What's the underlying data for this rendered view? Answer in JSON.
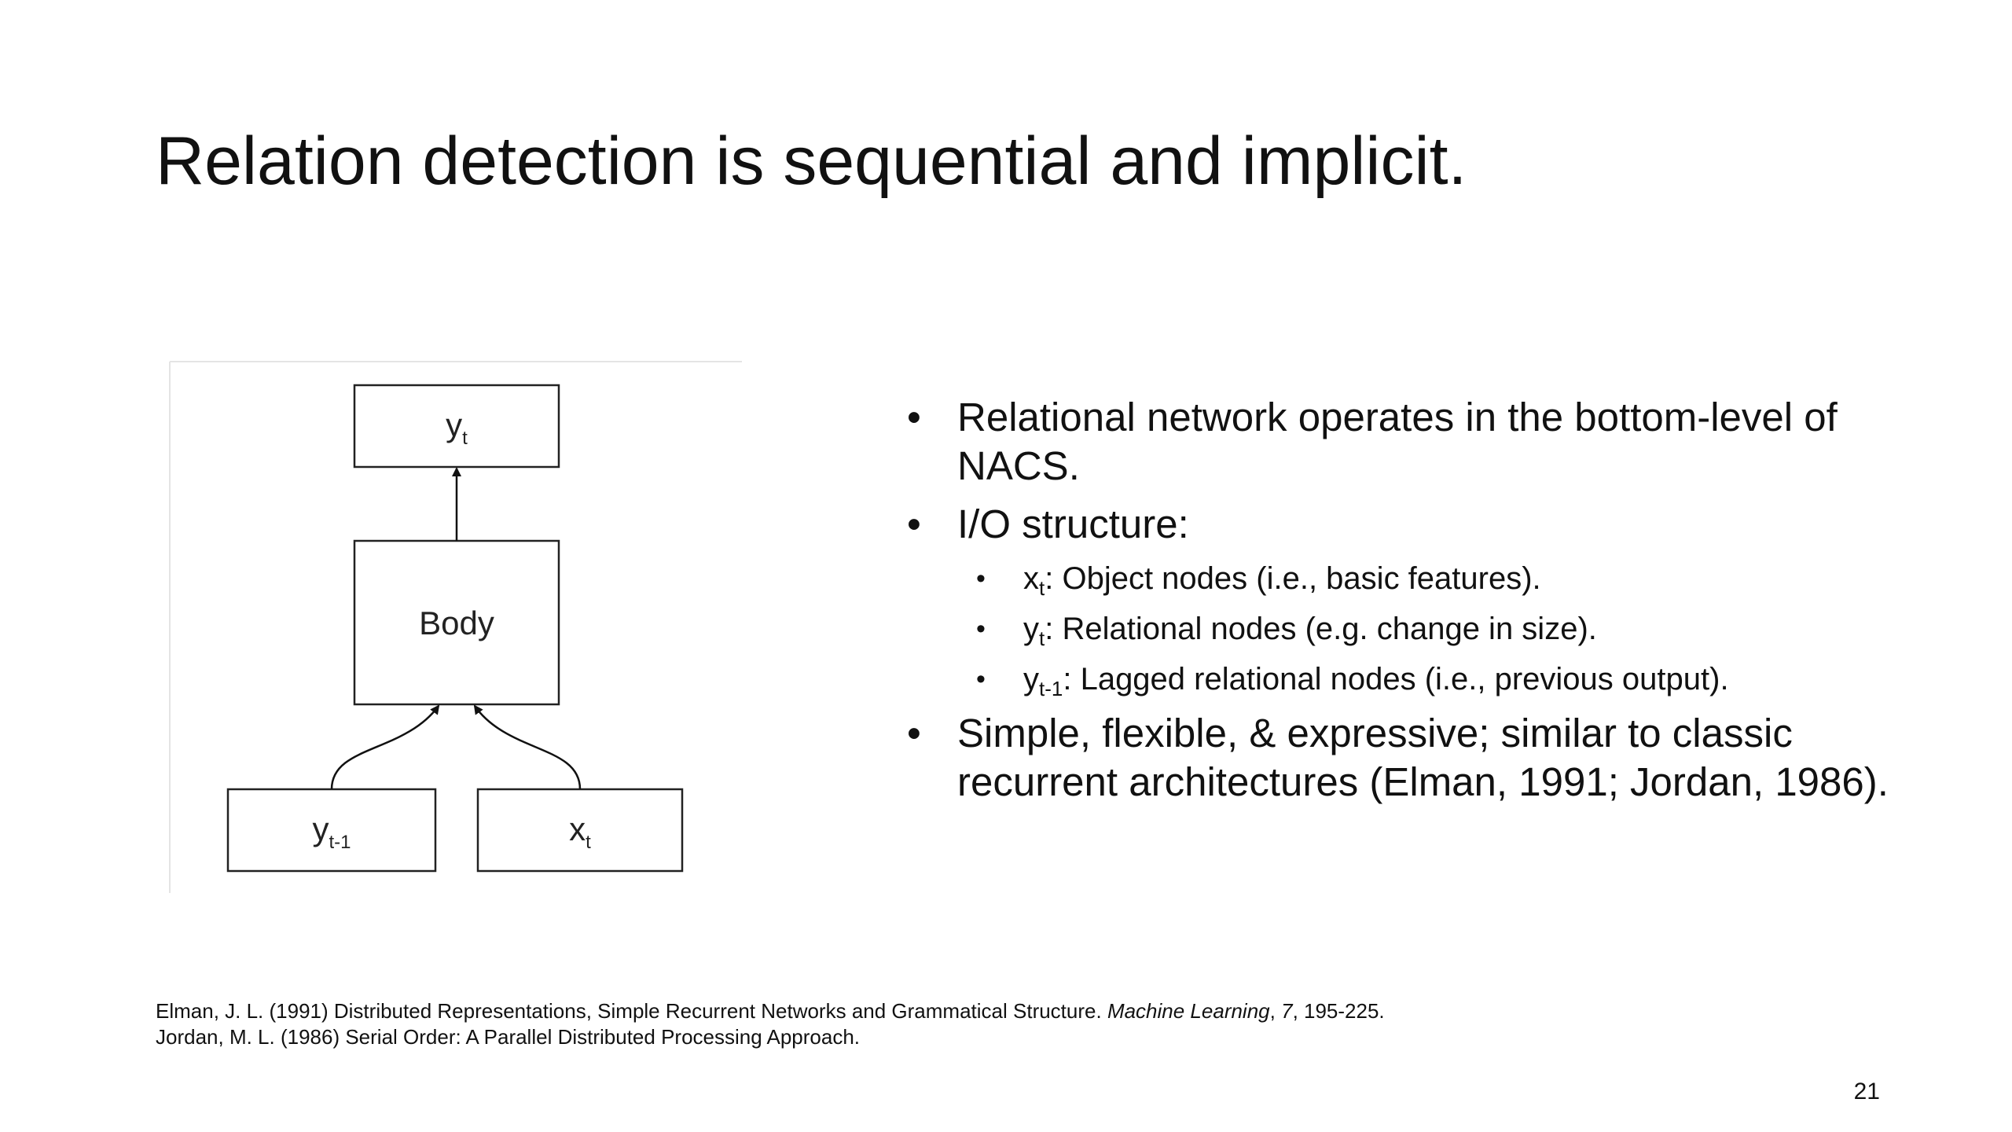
{
  "slide": {
    "title": "Relation detection is sequential and implicit.",
    "page_number": "21"
  },
  "diagram": {
    "nodes": {
      "top": {
        "base": "y",
        "sub": "t"
      },
      "body": {
        "label": "Body"
      },
      "left": {
        "base": "y",
        "sub": "t-1"
      },
      "right": {
        "base": "x",
        "sub": "t"
      }
    }
  },
  "bullets": {
    "b1": "Relational network operates in the bottom-level of NACS.",
    "b2": "I/O structure:",
    "s1": {
      "base": "x",
      "sub": "t",
      "text": ": Object nodes (i.e., basic features)."
    },
    "s2": {
      "base": "y",
      "sub": "t",
      "text": ": Relational nodes (e.g. change in size)."
    },
    "s3": {
      "base": "y",
      "sub": "t-1",
      "text": ": Lagged relational nodes (i.e., previous output)."
    },
    "b3": "Simple, flexible, & expressive; similar to classic recurrent architectures (Elman, 1991; Jordan, 1986)."
  },
  "references": {
    "r1": {
      "pre": "Elman, J. L. (1991) Distributed Representations, Simple Recurrent Networks and Grammatical Structure. ",
      "journal": "Machine Learning",
      "sep": ", ",
      "volume": "7",
      "post": ", 195-225."
    },
    "r2": "Jordan, M. L. (1986) Serial Order: A Parallel Distributed Processing Approach."
  },
  "colors": {
    "text": "#111111",
    "box_stroke": "#222222",
    "frame": "#e4e4e4"
  }
}
